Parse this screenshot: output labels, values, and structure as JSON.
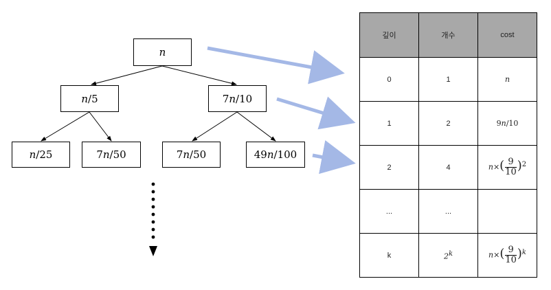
{
  "tree": {
    "root": {
      "coef": "",
      "var": "n",
      "den": ""
    },
    "level1": [
      {
        "coef": "",
        "var": "n",
        "den": "5"
      },
      {
        "coef": "7",
        "var": "n",
        "den": "10"
      }
    ],
    "level2": [
      {
        "coef": "",
        "var": "n",
        "den": "25"
      },
      {
        "coef": "7",
        "var": "n",
        "den": "50"
      },
      {
        "coef": "7",
        "var": "n",
        "den": "50"
      },
      {
        "coef": "49",
        "var": "n",
        "den": "100"
      }
    ]
  },
  "table": {
    "headers": [
      "깊이",
      "개수",
      "cost"
    ],
    "rows": [
      {
        "depth": "0",
        "count": "1",
        "cost": "n"
      },
      {
        "depth": "1",
        "count": "2",
        "cost_coef": "9",
        "cost_var": "n",
        "cost_den": "10"
      },
      {
        "depth": "2",
        "count": "4",
        "cost_var": "n",
        "times": "×",
        "num": "9",
        "den": "10",
        "exp": "2"
      },
      {
        "depth": "...",
        "count": "...",
        "cost": ""
      },
      {
        "depth": "k",
        "count_base": "2",
        "count_exp": "k",
        "cost_var": "n",
        "times": "×",
        "num": "9",
        "den": "10",
        "exp": "k"
      }
    ]
  },
  "colors": {
    "arrow": "#a4b8e6",
    "header_bg": "#a8a8a8"
  }
}
